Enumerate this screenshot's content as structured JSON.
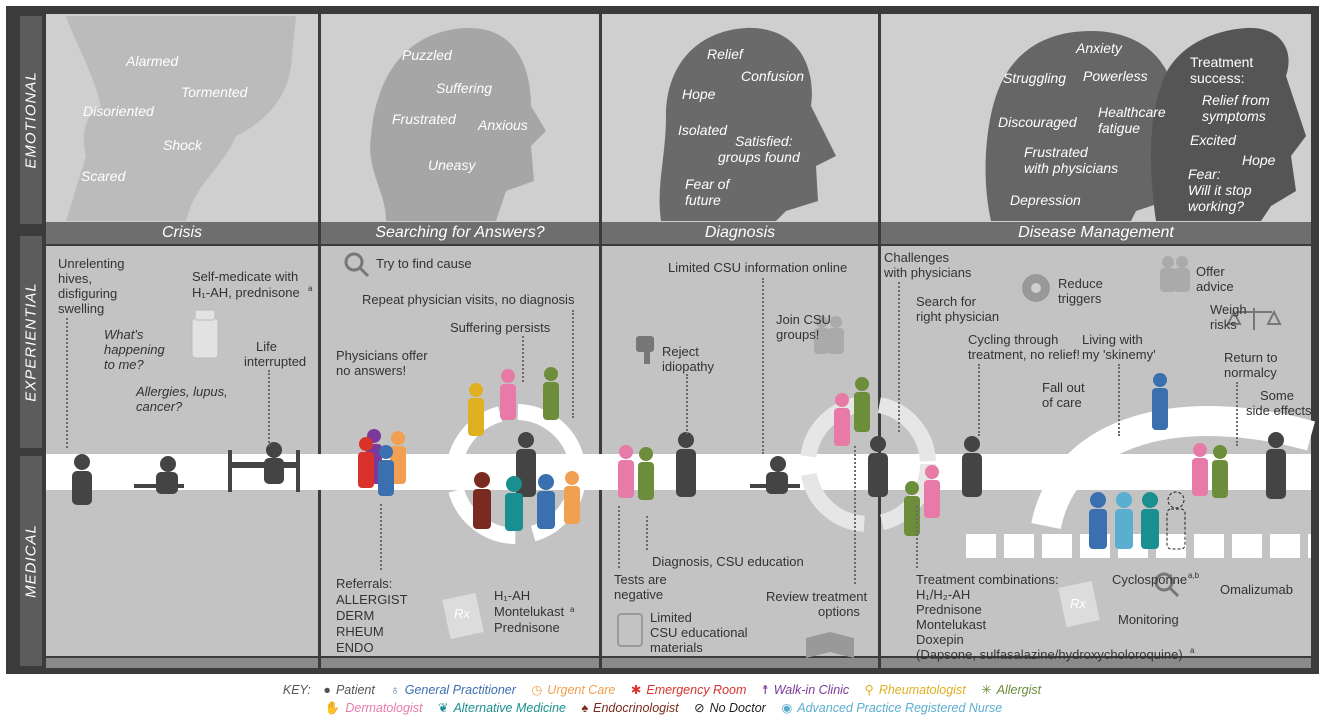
{
  "rows": {
    "emotional": "EMOTIONAL",
    "experiential": "EXPERIENTIAL",
    "medical": "MEDICAL"
  },
  "stages": [
    {
      "label": "Crisis"
    },
    {
      "label": "Searching for Answers?"
    },
    {
      "label": "Diagnosis"
    },
    {
      "label": "Disease Management"
    }
  ],
  "emotions": {
    "crisis": [
      "Alarmed",
      "Tormented",
      "Disoriented",
      "Shock",
      "Scared"
    ],
    "searching": [
      "Puzzled",
      "Suffering",
      "Frustrated",
      "Anxious",
      "Uneasy"
    ],
    "diagnosis": [
      "Relief",
      "Confusion",
      "Hope",
      "Isolated",
      "Satisfied:",
      "groups found",
      "Fear of",
      "future"
    ],
    "management_left": [
      "Anxiety",
      "Struggling",
      "Powerless",
      "Discouraged",
      "Healthcare",
      "fatigue",
      "Frustrated",
      "with physicians",
      "Depression"
    ],
    "management_right": [
      "Treatment",
      "success:",
      "Relief from",
      "symptoms",
      "Excited",
      "Hope",
      "Fear:",
      "Will it stop",
      "working?"
    ]
  },
  "experiential": {
    "crisis": [
      "Unrelenting",
      "hives,",
      "disfiguring",
      "swelling",
      "Self-medicate with",
      "H₁-AH, prednisone",
      "a",
      "What's",
      "happening",
      "to me?",
      "Life",
      "interrupted",
      "Allergies, lupus,",
      "cancer?"
    ],
    "searching": [
      "Try to find cause",
      "Repeat physician visits, no diagnosis",
      "Suffering persists",
      "Physicians offer",
      "no answers!"
    ],
    "diagnosis": [
      "Limited CSU information online",
      "Reject",
      "idiopathy",
      "Join CSU",
      "groups!"
    ],
    "management": [
      "Challenges",
      "with physicians",
      "Reduce",
      "triggers",
      "Offer",
      "advice",
      "Search for",
      "right physician",
      "Weigh",
      "risks",
      "Cycling through",
      "treatment, no relief!",
      "Living with",
      "my 'skinemy'",
      "Fall out",
      "of care",
      "Return to",
      "normalcy",
      "Some",
      "side effects"
    ]
  },
  "medical": {
    "searching": [
      "Referrals:",
      "ALLERGIST",
      "DERM",
      "RHEUM",
      "ENDO",
      "H₁-AH",
      "Montelukast",
      "Prednisone",
      "a",
      "Rx"
    ],
    "diagnosis": [
      "Diagnosis, CSU education",
      "Tests are",
      "negative",
      "Limited",
      "CSU educational",
      "materials",
      "Review treatment",
      "options"
    ],
    "management": [
      "Treatment combinations:",
      "H₁/H₂-AH",
      "Prednisone",
      "Montelukast",
      "Doxepin",
      "(Dapsone, sulfasalazine/hydroxycholoroquine)",
      "a",
      "a,b",
      "Cyclosporine",
      "Omalizumab",
      "Monitoring",
      "Rx"
    ]
  },
  "key": {
    "label": "KEY:",
    "items": [
      {
        "name": "Patient",
        "color": "#555555"
      },
      {
        "name": "General Practitioner",
        "color": "#3a6fb0"
      },
      {
        "name": "Urgent Care",
        "color": "#f0a050"
      },
      {
        "name": "Emergency Room",
        "color": "#d8322b"
      },
      {
        "name": "Walk-in Clinic",
        "color": "#7a3a9a"
      },
      {
        "name": "Rheumatologist",
        "color": "#e0b020"
      },
      {
        "name": "Allergist",
        "color": "#6c8e3a"
      },
      {
        "name": "Dermatologist",
        "color": "#e87aa8"
      },
      {
        "name": "Alternative Medicine",
        "color": "#1a8f8f"
      },
      {
        "name": "Endocrinologist",
        "color": "#7a2a1e"
      },
      {
        "name": "No Doctor",
        "color": "#222222"
      },
      {
        "name": "Advanced Practice Registered Nurse",
        "color": "#5aaed0"
      }
    ]
  },
  "colors": {
    "frame": "#3b3b3b",
    "panel": "#c9c9c9",
    "header": "#6e6e6e",
    "road": "#ffffff"
  }
}
